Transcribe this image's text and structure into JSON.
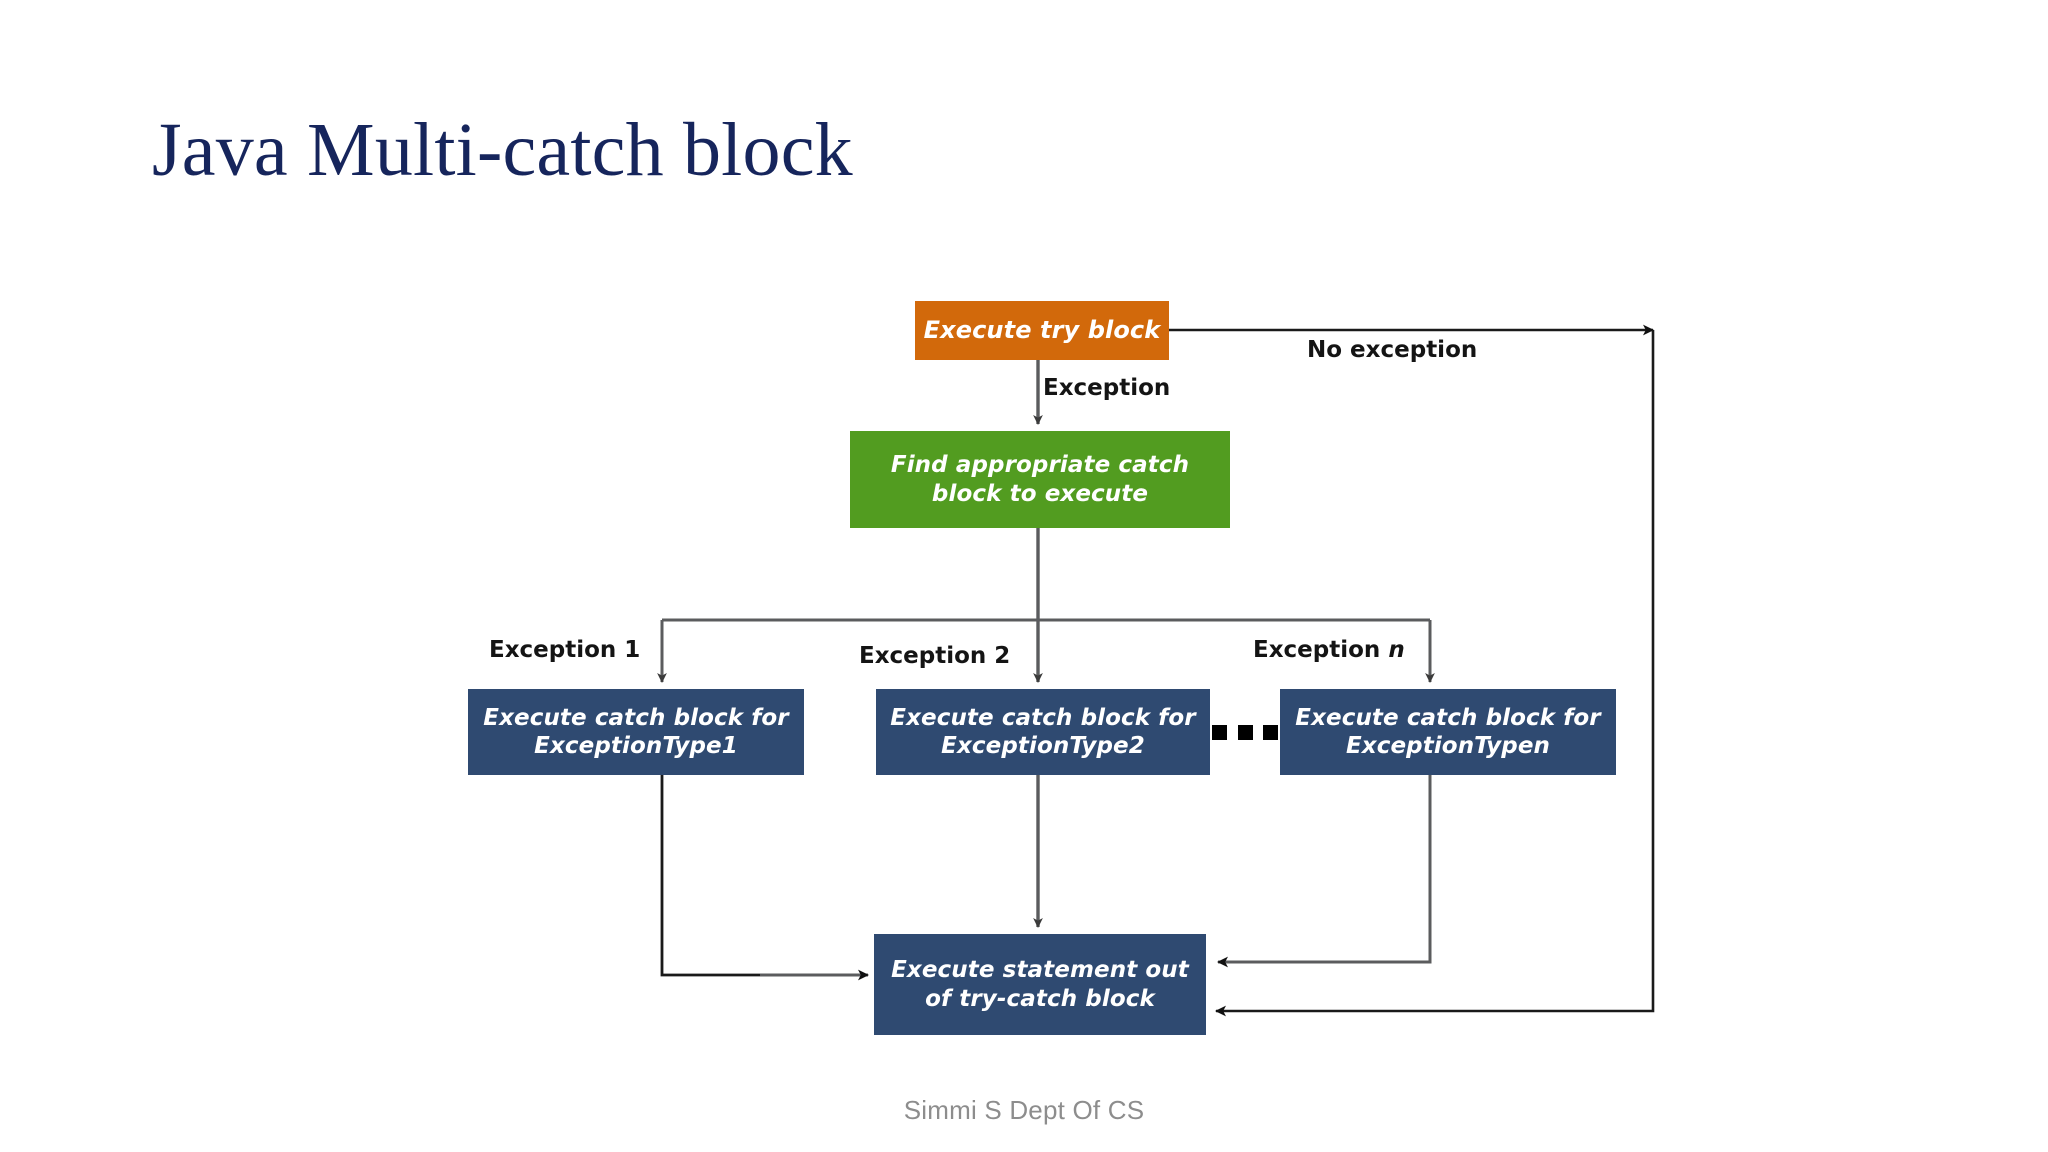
{
  "slide": {
    "title": "Java Multi-catch block",
    "footer": "Simmi S Dept Of CS",
    "background_color": "#FFFFFF",
    "title_color": "#16255C",
    "footer_color": "#8D8D8D"
  },
  "diagram": {
    "type": "flowchart",
    "nodes": {
      "try_block": {
        "label": "Execute try block",
        "fill": "#D2690B",
        "text_color": "#FFFFFF"
      },
      "find_catch": {
        "line1": "Find appropriate catch",
        "line2": "block to execute",
        "fill": "#529C20",
        "text_color": "#FFFFFF"
      },
      "catch_1": {
        "line1": "Execute catch block for",
        "line2": "ExceptionType1",
        "fill": "#2F4A71",
        "text_color": "#FFFFFF"
      },
      "catch_2": {
        "line1": "Execute catch block for",
        "line2": "ExceptionType2",
        "fill": "#2F4A71",
        "text_color": "#FFFFFF"
      },
      "catch_n": {
        "line1": "Execute catch block for",
        "line2": "ExceptionTypen",
        "fill": "#2F4A71",
        "text_color": "#FFFFFF"
      },
      "out_block": {
        "line1": "Execute statement out",
        "line2": "of try-catch block",
        "fill": "#2F4A71",
        "text_color": "#FFFFFF"
      }
    },
    "edge_labels": {
      "no_exception": "No exception",
      "exception": "Exception",
      "exception_1": "Exception 1",
      "exception_2": "Exception 2",
      "exception_n_prefix": "Exception ",
      "exception_n_suffix": "n"
    },
    "ellipsis": "▪ ▪ ▪",
    "connector_color": "#58595B",
    "connector_color_dark": "#1A1A1A"
  }
}
